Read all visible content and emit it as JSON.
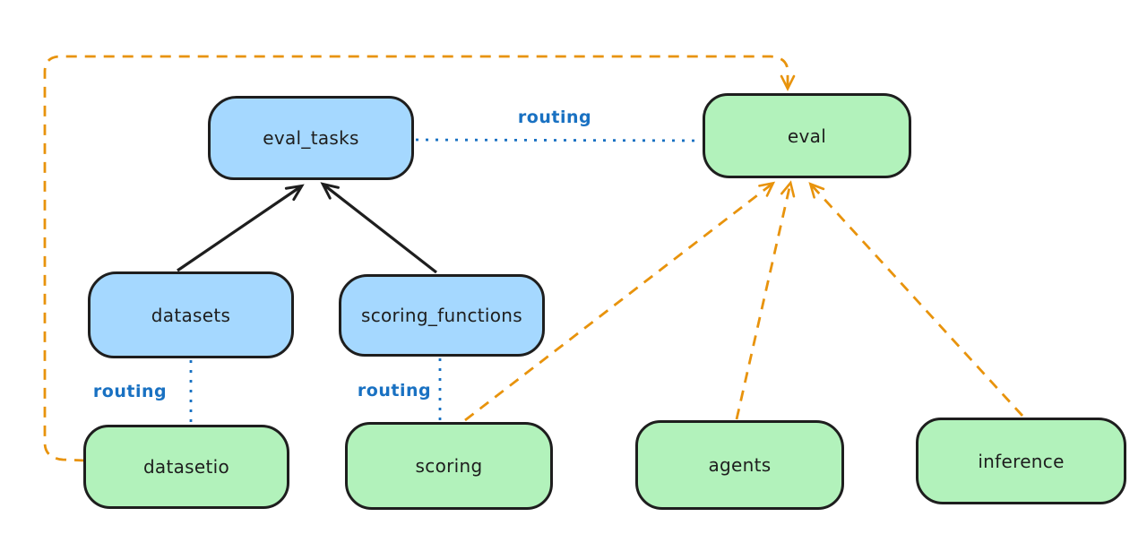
{
  "diagram": {
    "nodes": [
      {
        "id": "eval_tasks",
        "label": "eval_tasks",
        "fill": "#a5d8ff"
      },
      {
        "id": "eval",
        "label": "eval",
        "fill": "#b2f2bb"
      },
      {
        "id": "datasets",
        "label": "datasets",
        "fill": "#a5d8ff"
      },
      {
        "id": "scoring_functions",
        "label": "scoring_functions",
        "fill": "#a5d8ff"
      },
      {
        "id": "datasetio",
        "label": "datasetio",
        "fill": "#b2f2bb"
      },
      {
        "id": "scoring",
        "label": "scoring",
        "fill": "#b2f2bb"
      },
      {
        "id": "agents",
        "label": "agents",
        "fill": "#b2f2bb"
      },
      {
        "id": "inference",
        "label": "inference",
        "fill": "#b2f2bb"
      }
    ],
    "edges": [
      {
        "from": "eval_tasks",
        "to": "eval",
        "label": "routing",
        "style": "dotted",
        "color": "#1971c2",
        "arrow": false
      },
      {
        "from": "datasets",
        "to": "datasetio",
        "label": "routing",
        "style": "dotted",
        "color": "#1971c2",
        "arrow": false
      },
      {
        "from": "scoring_functions",
        "to": "scoring",
        "label": "routing",
        "style": "dotted",
        "color": "#1971c2",
        "arrow": false
      },
      {
        "from": "datasets",
        "to": "eval_tasks",
        "label": "",
        "style": "solid",
        "color": "#1e1e1e",
        "arrow": true
      },
      {
        "from": "scoring_functions",
        "to": "eval_tasks",
        "label": "",
        "style": "solid",
        "color": "#1e1e1e",
        "arrow": true
      },
      {
        "from": "datasetio",
        "to": "eval",
        "label": "",
        "style": "dashed",
        "color": "#e8930c",
        "arrow": true
      },
      {
        "from": "scoring",
        "to": "eval",
        "label": "",
        "style": "dashed",
        "color": "#e8930c",
        "arrow": true
      },
      {
        "from": "agents",
        "to": "eval",
        "label": "",
        "style": "dashed",
        "color": "#e8930c",
        "arrow": true
      },
      {
        "from": "inference",
        "to": "eval",
        "label": "",
        "style": "dashed",
        "color": "#e8930c",
        "arrow": true
      }
    ],
    "colors": {
      "background": "#ffffff",
      "box_stroke": "#1e1e1e",
      "blue_box_fill": "#a5d8ff",
      "green_box_fill": "#b2f2bb",
      "routing_blue": "#1971c2",
      "dashed_orange": "#e8930c",
      "solid_arrow_black": "#1e1e1e"
    }
  }
}
